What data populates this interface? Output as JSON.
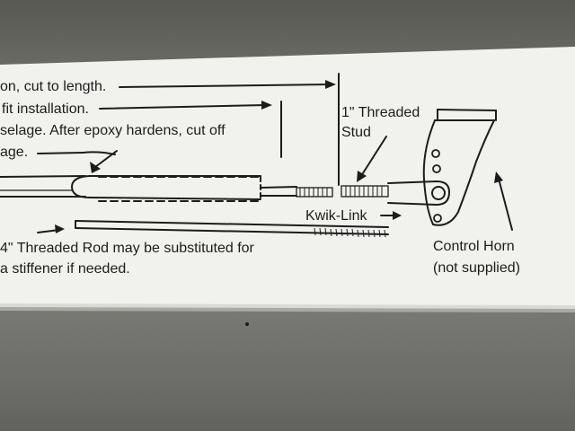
{
  "photo": {
    "paper_color": "#f2f2ef",
    "ink_color": "#1c1c1c",
    "table_color": "#6e6f6a"
  },
  "instructions": {
    "line1": "on, cut to length.",
    "line2": "fit installation.",
    "line3": "selage.  After epoxy hardens, cut off",
    "line4": "age.",
    "line5": "4\" Threaded Rod may be substituted for",
    "line6": "a stiffener if needed."
  },
  "labels": {
    "threaded_stud_line1": "1\" Threaded",
    "threaded_stud_line2": "Stud",
    "kwik_link": "Kwik-Link",
    "control_horn_line1": "Control Horn",
    "control_horn_line2": "(not supplied)"
  }
}
